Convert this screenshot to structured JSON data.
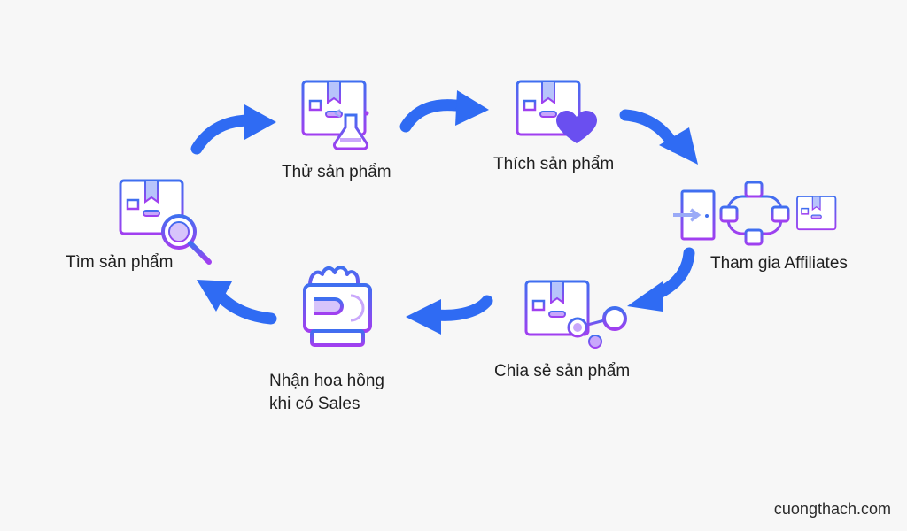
{
  "steps": {
    "find": {
      "label": "Tìm sản phẩm"
    },
    "try": {
      "label": "Thử sản phẩm"
    },
    "like": {
      "label": "Thích sản phẩm"
    },
    "join": {
      "label": "Tham gia Affiliates"
    },
    "share": {
      "label": "Chia sẻ sản phẩm"
    },
    "commission": {
      "line1": "Nhận hoa hồng",
      "line2": "khi có Sales"
    }
  },
  "watermark": "cuongthach.com",
  "colors": {
    "arrow": "#2f6bf3",
    "icon_blue": "#3f6ff0",
    "icon_purple": "#9b3ff0",
    "heart": "#6a4ff0"
  },
  "icons": [
    "magnifier-icon",
    "flask-icon",
    "heart-icon",
    "network-icon",
    "share-icon",
    "money-hand-icon",
    "box-icon"
  ]
}
